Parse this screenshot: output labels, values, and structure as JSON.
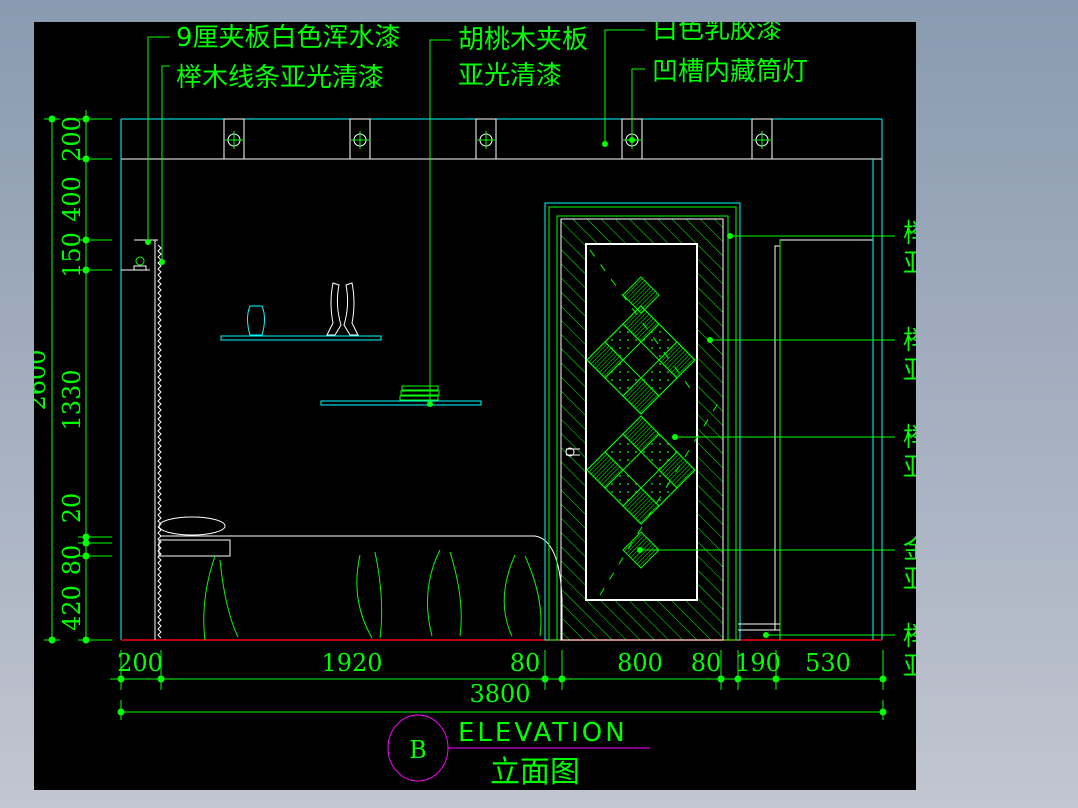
{
  "colors": {
    "background": "#000000",
    "annotation": "#00ff00",
    "outline": "#00ffff",
    "detail": "#ffffff",
    "floor": "#ff0000",
    "title_marker": "#ff00ff"
  },
  "labels_top": [
    {
      "text": "9厘夹板白色浑水漆"
    },
    {
      "text": "榉木线条亚光清漆"
    },
    {
      "line1": "胡桃木夹板",
      "line2": "亚光清漆"
    },
    {
      "text": "白色乳胶漆"
    },
    {
      "text": "凹槽内藏筒灯"
    }
  ],
  "labels_right": [
    {
      "line1": "榉木门套线",
      "line2": "亚光清漆"
    },
    {
      "line1": "榉木拼纹",
      "line2": "亚光清漆"
    },
    {
      "line1": "榉木夹板",
      "line2": "亚光清漆"
    },
    {
      "line1": "金影木夹板",
      "line2": "亚光清漆"
    },
    {
      "line1": "榉木夹板",
      "line2": "亚光清漆"
    }
  ],
  "dims_vertical": {
    "total": "2600",
    "segments": [
      "200",
      "400",
      "150",
      "1330",
      "20",
      "80",
      "420"
    ]
  },
  "dims_horizontal": {
    "total": "3800",
    "segments": [
      "200",
      "1920",
      "80",
      "800",
      "80",
      "190",
      "530"
    ]
  },
  "title": {
    "marker": "B",
    "english": "ELEVATION",
    "chinese": "立面图"
  }
}
